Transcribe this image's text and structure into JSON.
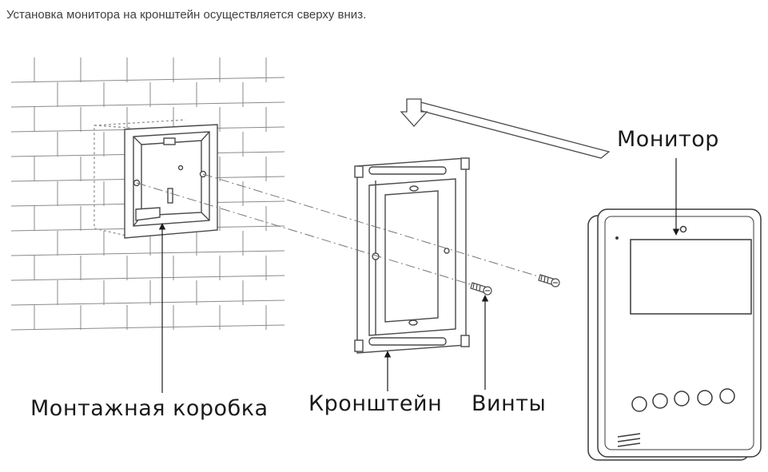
{
  "instruction": "Установка монитора на кронштейн осуществляется сверху вниз.",
  "labels": {
    "mounting_box": "Монтажная коробка",
    "bracket": "Кронштейн",
    "screws": "Винты",
    "monitor": "Монитор"
  },
  "colors": {
    "line": "#4a4a4a",
    "text": "#1a1a1a",
    "caption": "#404040"
  },
  "icons": {
    "direction_arrow": "down-arrow-icon"
  }
}
